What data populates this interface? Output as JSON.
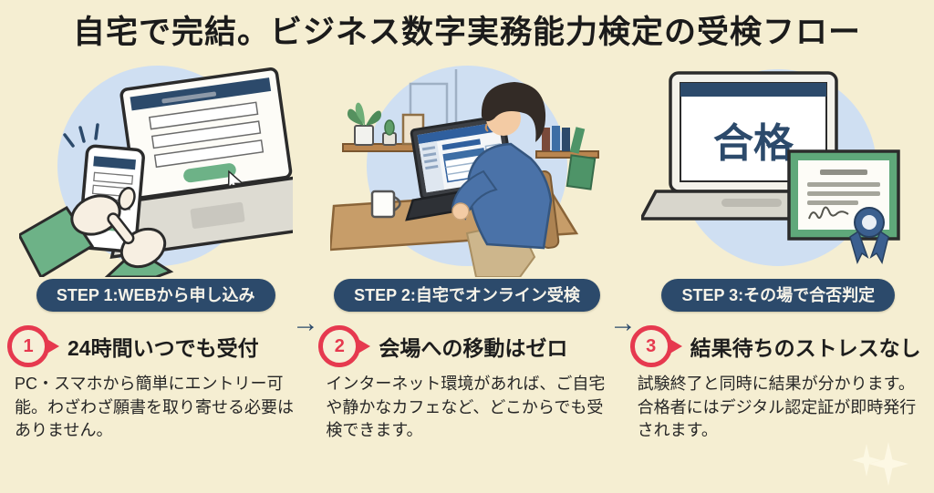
{
  "title": "自宅で完結。ビジネス数字実務能力検定の受検フロー",
  "flow_arrow_glyph": "→",
  "steps": [
    {
      "banner": "STEP 1:WEBから申し込み",
      "number": "1",
      "heading": "24時間いつでも受付",
      "description": "PC・スマホから簡単にエントリー可能。わざわざ願書を取り寄せる必要はありません。",
      "illustration": "smartphone-and-laptop-application-form"
    },
    {
      "banner": "STEP 2:自宅でオンライン受検",
      "number": "2",
      "heading": "会場への移動はゼロ",
      "description": "インターネット環境があれば、ご自宅や静かなカフェなど、どこからでも受検できます。",
      "illustration": "person-taking-online-exam-at-home-desk"
    },
    {
      "banner": "STEP 3:その場で合否判定",
      "number": "3",
      "heading": "結果待ちのストレスなし",
      "description": "試験終了と同時に結果が分かります。合格者にはデジタル認定証が即時発行されます。",
      "illustration": "laptop-pass-screen-with-certificate",
      "screen_text": "合格"
    }
  ],
  "colors": {
    "background": "#f5eed2",
    "banner_navy": "#2c4a6b",
    "badge_red": "#e6394f",
    "button_green": "#6db287",
    "illustration_circle_blue": "#cfdff2",
    "certificate_green": "#5fa87a",
    "ribbon_navy": "#3b5f8f",
    "title_text": "#1b1b1b"
  }
}
